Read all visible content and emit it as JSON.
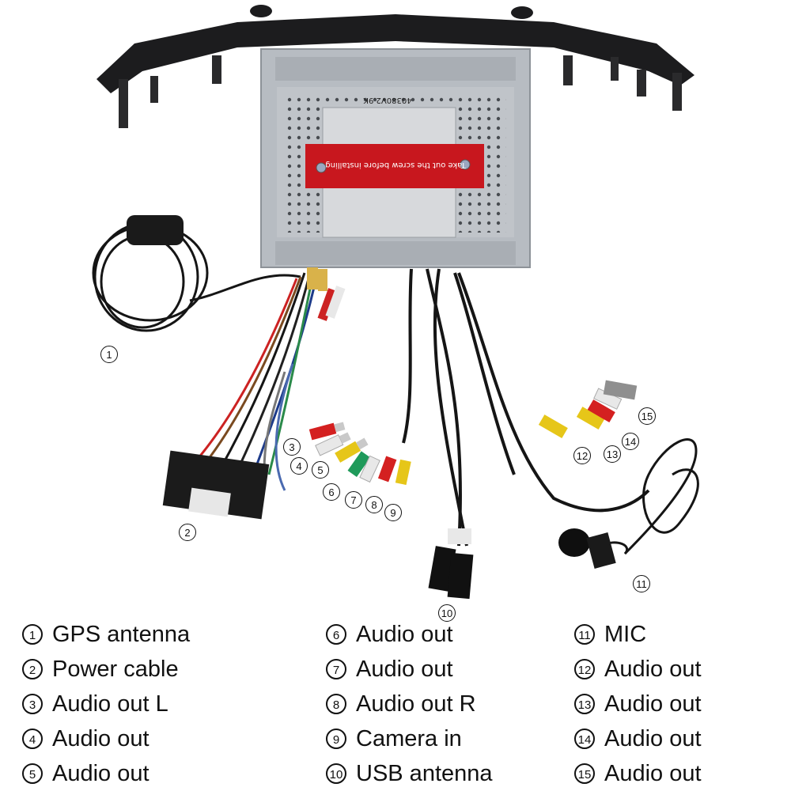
{
  "device_label": "40380V2.9K",
  "sticker_text": "Take out the screw before installing",
  "callouts": [
    {
      "num": "1"
    },
    {
      "num": "2"
    },
    {
      "num": "3"
    },
    {
      "num": "4"
    },
    {
      "num": "5"
    },
    {
      "num": "6"
    },
    {
      "num": "7"
    },
    {
      "num": "8"
    },
    {
      "num": "9"
    },
    {
      "num": "10"
    },
    {
      "num": "11"
    },
    {
      "num": "12"
    },
    {
      "num": "13"
    },
    {
      "num": "14"
    },
    {
      "num": "15"
    }
  ],
  "legend": [
    {
      "num": "1",
      "label": "GPS antenna"
    },
    {
      "num": "2",
      "label": "Power cable"
    },
    {
      "num": "3",
      "label": "Audio out L"
    },
    {
      "num": "4",
      "label": "Audio out"
    },
    {
      "num": "5",
      "label": "Audio out"
    },
    {
      "num": "6",
      "label": "Audio out"
    },
    {
      "num": "7",
      "label": "Audio out"
    },
    {
      "num": "8",
      "label": "Audio out R"
    },
    {
      "num": "9",
      "label": "Camera in"
    },
    {
      "num": "10",
      "label": "USB antenna"
    },
    {
      "num": "11",
      "label": "MIC"
    },
    {
      "num": "12",
      "label": "Audio out"
    },
    {
      "num": "13",
      "label": "Audio out"
    },
    {
      "num": "14",
      "label": "Audio out"
    },
    {
      "num": "15",
      "label": "Audio out"
    }
  ],
  "colors": {
    "bezel": "#1c1c1e",
    "chassis": "#b7bcc2",
    "sticker": "#c8171e",
    "rca_red": "#d42020",
    "rca_white": "#e8e8e8",
    "rca_yellow": "#e6c619",
    "rca_green": "#1f9a5a",
    "cable": "#151515"
  }
}
